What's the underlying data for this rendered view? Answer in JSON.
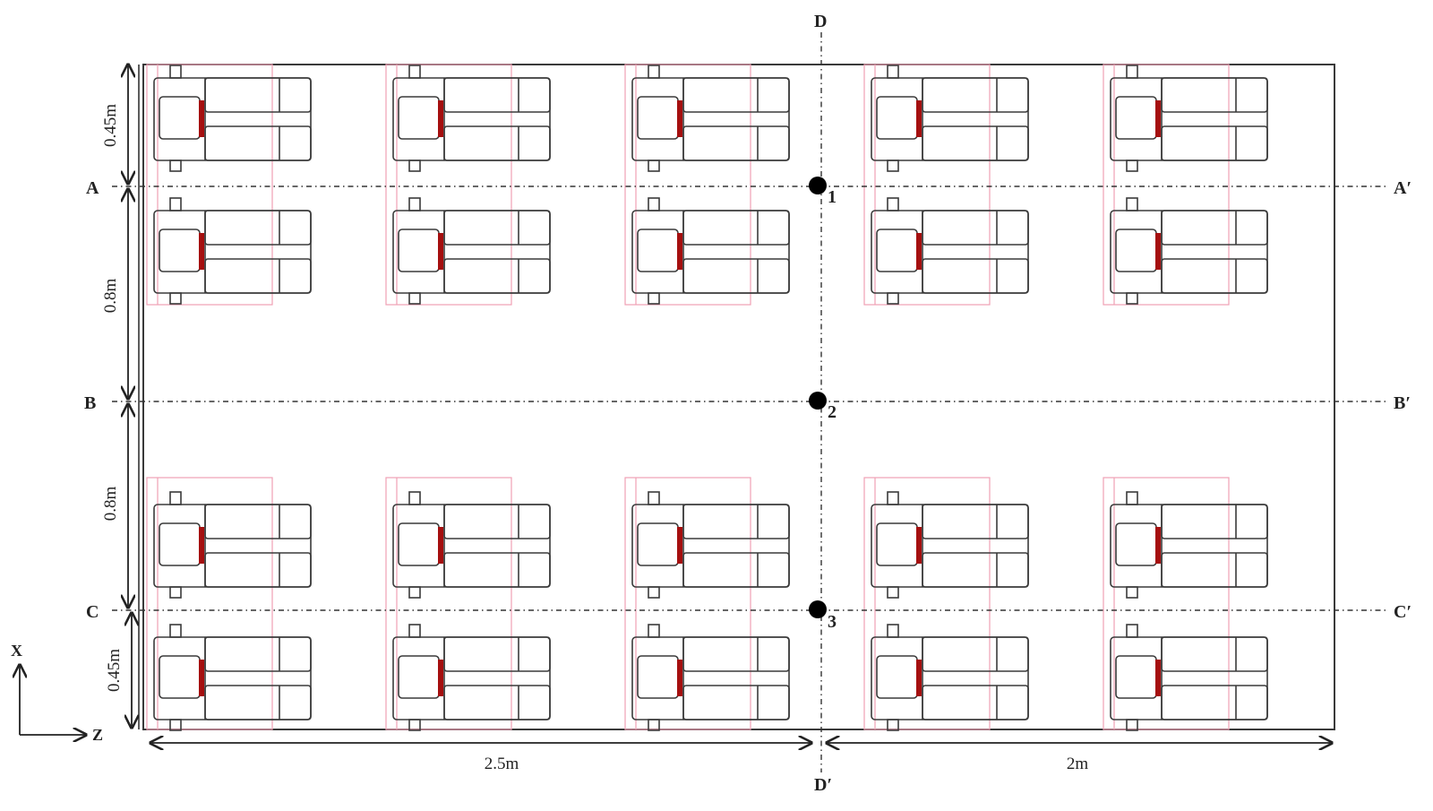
{
  "section_lines": {
    "A": {
      "left": "A",
      "right": "A′"
    },
    "B": {
      "left": "B",
      "right": "B′"
    },
    "C": {
      "left": "C",
      "right": "C′"
    },
    "D": {
      "top": "D",
      "bottom": "D′"
    }
  },
  "points": [
    "1",
    "2",
    "3"
  ],
  "dimensions": {
    "v1": "0.45m",
    "v2": "0.8m",
    "v3": "0.8m",
    "v4": "0.45m",
    "h_left": "2.5m",
    "h_right": "2m"
  },
  "axes": {
    "x": "X",
    "z": "Z"
  },
  "colors": {
    "outline": "#3a3a3a",
    "pink_outline": "#f0a0b4",
    "red_bar": "#a50f0f",
    "point": "#000000"
  },
  "unit_grid": {
    "columns": 5,
    "rows": 4
  }
}
